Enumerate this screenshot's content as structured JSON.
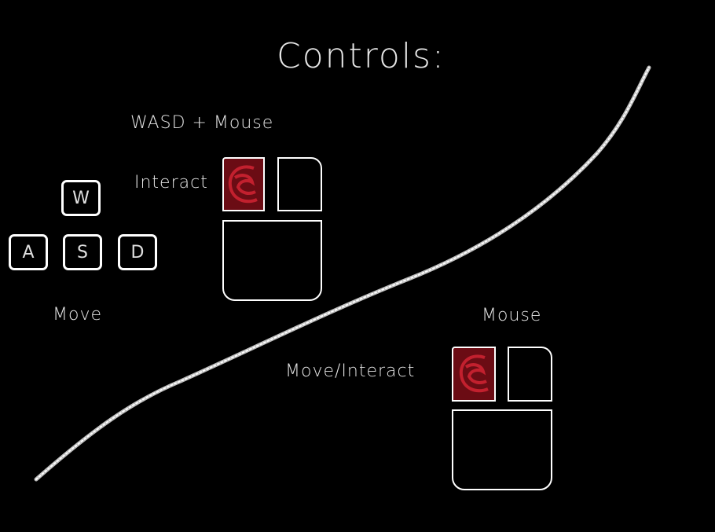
{
  "title": "Controls:",
  "schemes": {
    "keyboard_mouse": {
      "heading": "WASD + Mouse",
      "keys": {
        "w": "W",
        "a": "A",
        "s": "S",
        "d": "D"
      },
      "keys_label": "Move",
      "mouse_label": "Interact"
    },
    "mouse_only": {
      "heading": "Mouse",
      "mouse_label": "Move/Interact"
    }
  },
  "colors": {
    "background": "#000000",
    "text": "#e6e6e6",
    "highlight": "#8b1320"
  }
}
